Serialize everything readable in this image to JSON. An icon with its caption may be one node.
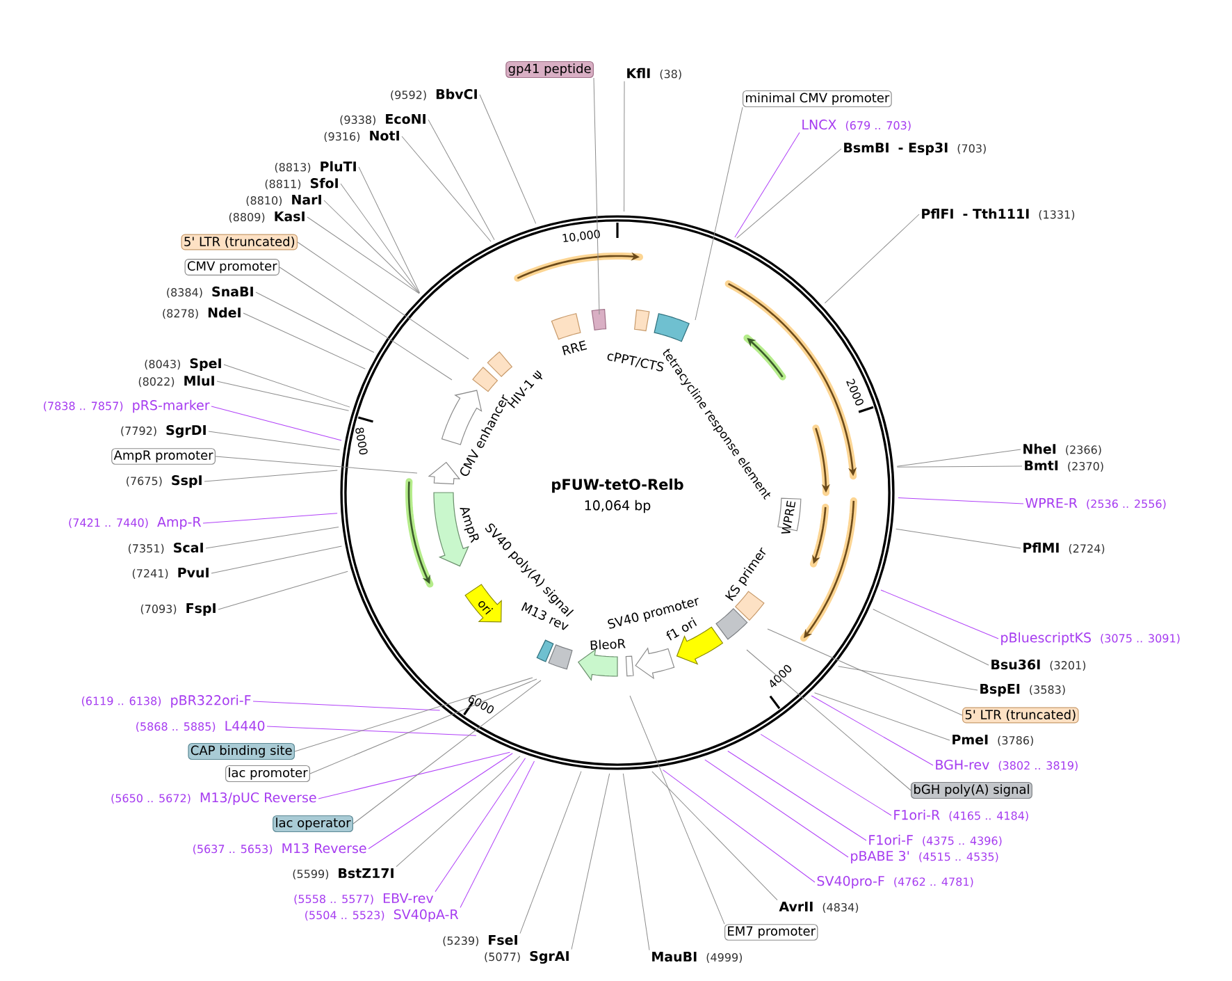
{
  "diagram": {
    "title": "pFUW-tetO-Relb",
    "nodes": [
      {
        "text": [
          "gp41 peptide"
        ]
      },
      {
        "text": [
          "KflI",
          "(38)"
        ]
      },
      {
        "text": [
          "(9592)",
          "BbvCI"
        ]
      },
      {
        "text": [
          "(9338)",
          "EcoNI"
        ]
      },
      {
        "text": [
          "(9316)",
          "NotI"
        ]
      },
      {
        "text": [
          "(8813)",
          "PluTI"
        ]
      },
      {
        "text": [
          "(8811)",
          "SfoI"
        ]
      },
      {
        "text": [
          "(8810)",
          "NarI"
        ]
      },
      {
        "text": [
          "(8809)",
          "KasI"
        ]
      },
      {
        "text": [
          "5' LTR (truncated)"
        ]
      },
      {
        "text": [
          "CMV promoter"
        ]
      },
      {
        "text": [
          "(8384)",
          "SnaBI"
        ]
      },
      {
        "text": [
          "(8278)",
          "NdeI"
        ]
      },
      {
        "text": [
          "(8043)",
          "SpeI"
        ]
      },
      {
        "text": [
          "(8022)",
          "MluI"
        ]
      },
      {
        "text": [
          "(7838 .. 7857)",
          "pRS-marker"
        ]
      },
      {
        "text": [
          "(7792)",
          "SgrDI"
        ]
      },
      {
        "text": [
          "AmpR promoter"
        ]
      },
      {
        "text": [
          "(7675)",
          "SspI"
        ]
      },
      {
        "text": [
          "(7421 .. 7440)",
          "Amp-R"
        ]
      },
      {
        "text": [
          "(7351)",
          "ScaI"
        ]
      },
      {
        "text": [
          "(7241)",
          "PvuI"
        ]
      },
      {
        "text": [
          "(7093)",
          "FspI"
        ]
      },
      {
        "text": [
          "(6119 .. 6138)",
          "pBR322ori-F"
        ]
      },
      {
        "text": [
          "(5868 .. 5885)",
          "L4440"
        ]
      },
      {
        "text": [
          "CAP binding site"
        ]
      },
      {
        "text": [
          "lac promoter"
        ]
      },
      {
        "text": [
          "(5650 .. 5672)",
          "M13/pUC Reverse"
        ]
      },
      {
        "text": [
          "lac operator"
        ]
      },
      {
        "text": [
          "(5637 .. 5653)",
          "M13 Reverse"
        ]
      },
      {
        "text": [
          "(5599)",
          "BstZ17I"
        ]
      },
      {
        "text": [
          "(5558 .. 5577)",
          "EBV-rev"
        ]
      },
      {
        "text": [
          "(5504 .. 5523)",
          "SV40pA-R"
        ]
      },
      {
        "text": [
          "(5239)",
          "FseI"
        ]
      },
      {
        "text": [
          "(5077)",
          "SgrAI"
        ]
      },
      {
        "text": [
          "MauBI",
          "(4999)"
        ]
      },
      {
        "text": [
          "EM7 promoter"
        ]
      },
      {
        "text": [
          "AvrII",
          "(4834)"
        ]
      },
      {
        "text": [
          "SV40pro-F",
          "(4762 .. 4781)"
        ]
      },
      {
        "text": [
          "pBABE 3'",
          "(4515 .. 4535)"
        ]
      },
      {
        "text": [
          "F1ori-F",
          "(4375 .. 4396)"
        ]
      },
      {
        "text": [
          "F1ori-R",
          "(4165 .. 4184)"
        ]
      },
      {
        "text": [
          "bGH poly(A) signal"
        ]
      },
      {
        "text": [
          "BGH-rev",
          "(3802 .. 3819)"
        ]
      },
      {
        "text": [
          "PmeI",
          "(3786)"
        ]
      },
      {
        "text": [
          "5' LTR (truncated)"
        ]
      },
      {
        "text": [
          "BspEI",
          "(3583)"
        ]
      },
      {
        "text": [
          "Bsu36I",
          "(3201)"
        ]
      },
      {
        "text": [
          "pBluescriptKS",
          "(3075 .. 3091)"
        ]
      },
      {
        "text": [
          "PflMI",
          "(2724)"
        ]
      },
      {
        "text": [
          "WPRE-R",
          "(2536 .. 2556)"
        ]
      },
      {
        "text": [
          "BmtI",
          "(2370)"
        ]
      },
      {
        "text": [
          "NheI",
          "(2366)"
        ]
      },
      {
        "text": [
          "PflFI",
          "- Tth111I",
          "(1331)"
        ]
      },
      {
        "text": [
          "BsmBI",
          "- Esp3I",
          "(703)"
        ]
      },
      {
        "text": [
          "LNCX",
          "(679 .. 703)"
        ]
      },
      {
        "text": [
          "minimal CMV promoter"
        ]
      }
    ],
    "edges": [
      {
        "from": 0,
        "to": null,
        "arrow": "none"
      },
      {
        "from": 1,
        "to": null,
        "arrow": "none"
      },
      {
        "from": 2,
        "to": null,
        "arrow": "none"
      },
      {
        "from": 3,
        "to": null,
        "arrow": "none"
      },
      {
        "from": 4,
        "to": null,
        "arrow": "none"
      },
      {
        "from": 5,
        "to": null,
        "arrow": "none"
      },
      {
        "from": 6,
        "to": null,
        "arrow": "none"
      },
      {
        "from": 7,
        "to": null,
        "arrow": "none"
      },
      {
        "from": 8,
        "to": null,
        "arrow": "none"
      },
      {
        "from": 9,
        "to": null,
        "arrow": "none"
      },
      {
        "from": 10,
        "to": null,
        "arrow": "none"
      },
      {
        "from": 11,
        "to": null,
        "arrow": "none"
      },
      {
        "from": 12,
        "to": null,
        "arrow": "none"
      },
      {
        "from": 13,
        "to": null,
        "arrow": "none"
      },
      {
        "from": 14,
        "to": null,
        "arrow": "none"
      },
      {
        "from": 15,
        "to": null,
        "arrow": "none",
        "color": "#b040f8"
      },
      {
        "from": 16,
        "to": null,
        "arrow": "none"
      },
      {
        "from": 17,
        "to": null,
        "arrow": "none"
      },
      {
        "from": 18,
        "to": null,
        "arrow": "none"
      },
      {
        "from": 19,
        "to": null,
        "arrow": "none",
        "color": "#b040f8"
      },
      {
        "from": 20,
        "to": null,
        "arrow": "none"
      },
      {
        "from": 21,
        "to": null,
        "arrow": "none"
      },
      {
        "from": 22,
        "to": null,
        "arrow": "none"
      },
      {
        "from": 23,
        "to": null,
        "arrow": "none",
        "color": "#b040f8"
      },
      {
        "from": 24,
        "to": null,
        "arrow": "none",
        "color": "#b040f8"
      },
      {
        "from": 25,
        "to": null,
        "arrow": "none"
      },
      {
        "from": 26,
        "to": null,
        "arrow": "none"
      },
      {
        "from": 27,
        "to": null,
        "arrow": "none",
        "color": "#b040f8"
      },
      {
        "from": 28,
        "to": null,
        "arrow": "none"
      },
      {
        "from": 29,
        "to": null,
        "arrow": "none",
        "color": "#b040f8"
      },
      {
        "from": 30,
        "to": null,
        "arrow": "none"
      },
      {
        "from": 31,
        "to": null,
        "arrow": "none",
        "color": "#b040f8"
      },
      {
        "from": 32,
        "to": null,
        "arrow": "none",
        "color": "#b040f8"
      },
      {
        "from": 33,
        "to": null,
        "arrow": "none"
      },
      {
        "from": 34,
        "to": null,
        "arrow": "none"
      },
      {
        "from": 35,
        "to": null,
        "arrow": "none"
      },
      {
        "from": 36,
        "to": null,
        "arrow": "none"
      },
      {
        "from": 37,
        "to": null,
        "arrow": "none"
      },
      {
        "from": 38,
        "to": null,
        "arrow": "none",
        "color": "#b040f8"
      },
      {
        "from": 39,
        "to": null,
        "arrow": "none",
        "color": "#b040f8"
      },
      {
        "from": 40,
        "to": null,
        "arrow": "none",
        "color": "#b040f8"
      },
      {
        "from": 41,
        "to": null,
        "arrow": "none",
        "color": "#b040f8"
      },
      {
        "from": 42,
        "to": null,
        "arrow": "none"
      },
      {
        "from": 43,
        "to": null,
        "arrow": "none",
        "color": "#b040f8"
      },
      {
        "from": 44,
        "to": null,
        "arrow": "none"
      },
      {
        "from": 45,
        "to": null,
        "arrow": "none"
      },
      {
        "from": 46,
        "to": null,
        "arrow": "none"
      },
      {
        "from": 47,
        "to": null,
        "arrow": "none"
      },
      {
        "from": 48,
        "to": null,
        "arrow": "none",
        "color": "#b040f8"
      },
      {
        "from": 49,
        "to": null,
        "arrow": "none"
      },
      {
        "from": 50,
        "to": null,
        "arrow": "none",
        "color": "#b040f8"
      },
      {
        "from": 51,
        "to": null,
        "arrow": "none"
      },
      {
        "from": 52,
        "to": null,
        "arrow": "none"
      },
      {
        "from": 53,
        "to": null,
        "arrow": "none"
      },
      {
        "from": 54,
        "to": null,
        "arrow": "none"
      },
      {
        "from": 55,
        "to": null,
        "arrow": "none",
        "color": "#b040f8"
      },
      {
        "from": 56,
        "to": null,
        "arrow": "none"
      }
    ],
    "labels": [
      "10,000",
      "RRE",
      "cPPT/CTS",
      "tetracycline response element",
      "2000",
      "WPRE",
      "KS primer",
      "SV40 promoter",
      "f1 ori",
      "BleoR",
      "M13 rev",
      "SV40 poly(A) signal",
      "ori",
      "AmpR",
      "CMV enhancer",
      "HIV-1 ψ",
      "4000",
      "6000",
      "8000",
      "10,064 bp"
    ]
  }
}
